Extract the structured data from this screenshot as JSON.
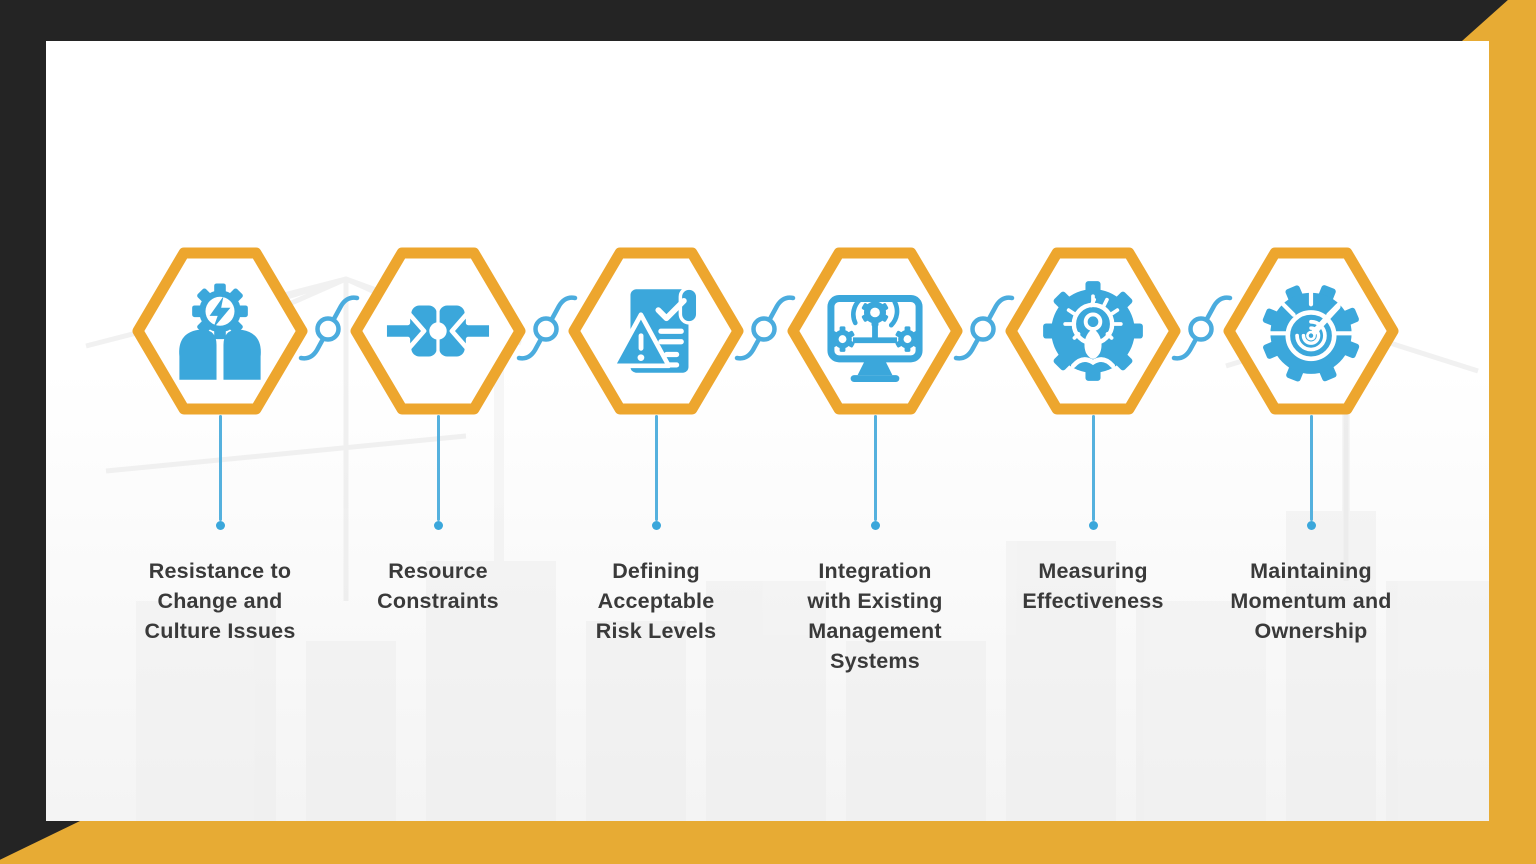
{
  "theme": {
    "frame_dark": "#242424",
    "ribbon_yellow": "#E7AB34",
    "hexagon_border_yellow": "#EDA62E",
    "icon_blue": "#3BA7DB",
    "connector_blue": "#4BACDE",
    "label_color": "#3A3A3A",
    "panel_background": "#FFFFFF",
    "background_watermark": "construction-site-silhouette"
  },
  "steps": [
    {
      "icon": "heads-gear-lightning-icon",
      "label": "Resistance to\nChange and\nCulture Issues"
    },
    {
      "icon": "converging-arrows-icon",
      "label": "Resource\nConstraints"
    },
    {
      "icon": "risk-document-warning-icon",
      "label": "Defining\nAcceptable\nRisk Levels"
    },
    {
      "icon": "monitor-gears-icon",
      "label": "Integration\nwith Existing\nManagement\nSystems"
    },
    {
      "icon": "gear-insight-person-icon",
      "label": "Measuring\nEffectiveness"
    },
    {
      "icon": "gear-gauge-icon",
      "label": "Maintaining\nMomentum and\nOwnership"
    }
  ]
}
